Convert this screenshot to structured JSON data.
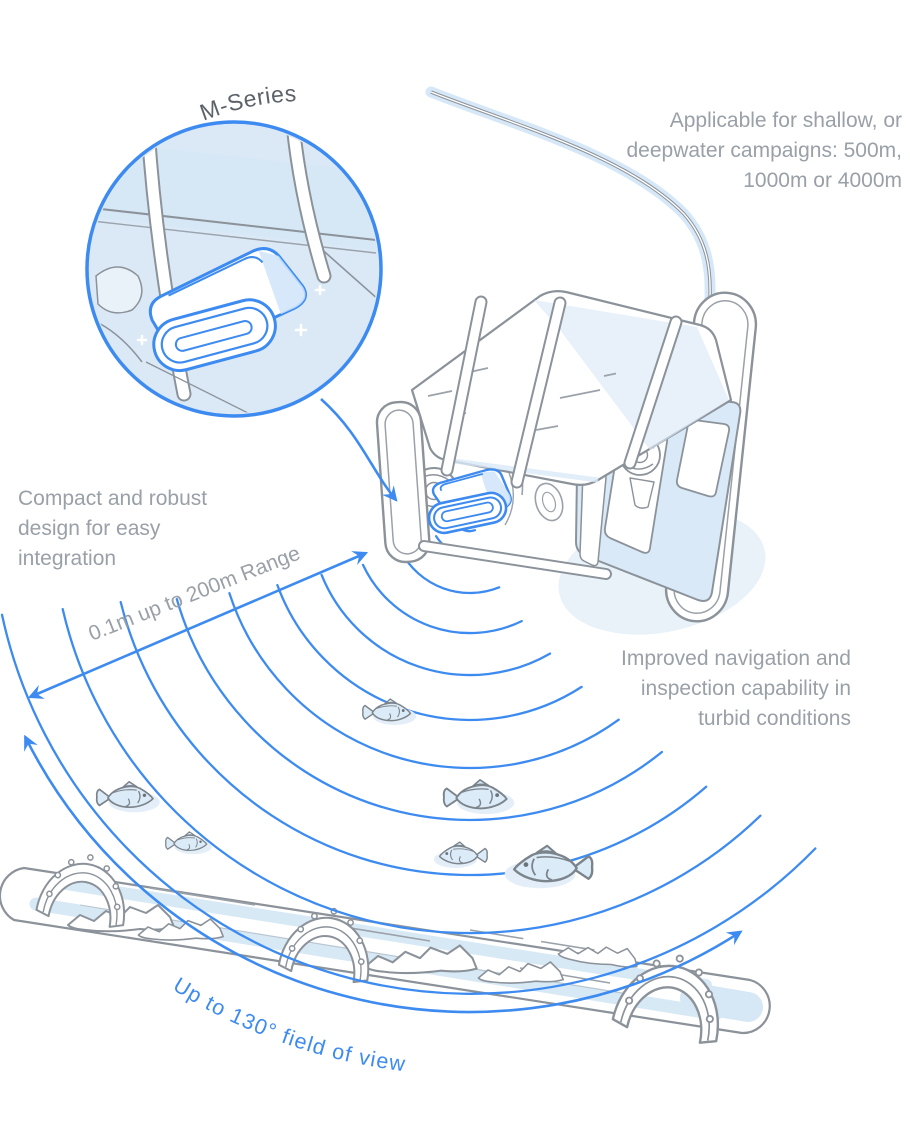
{
  "title": "M-Series multibeam sonar on ROV — feature diagram",
  "labels": {
    "series": "M-Series",
    "applicable": "Applicable for shallow, or\ndeepwater campaigns: 500m,\n1000m or 4000m",
    "compact": "Compact and robust\ndesign for easy\nintegration",
    "range": "0.1m up to 200m Range",
    "navigation": "Improved navigation and\ninspection capability in\nturbid conditions",
    "fov": "Up to 130° field of view"
  },
  "colors": {
    "accent_blue": "#3d8bf0",
    "light_blue_fill": "#dbe9f7",
    "line_gray": "#8b929a",
    "annotation_text": "#99a0a7",
    "title_text": "#5b6269",
    "background": "#ffffff"
  },
  "icons": {
    "fish": "fish-icon",
    "sonar_waves": "sonar-wave-arcs",
    "magnifier": "detail-magnifier-circle",
    "range_arrow": "double-headed-arrow-icon",
    "fov_arrow": "curved-double-arrow-icon",
    "pointer_arrow": "curved-pointer-arrow-icon"
  },
  "illustration": {
    "elements": [
      "detail-magnifier-circle",
      "m-series-sonar-closeup",
      "rov",
      "rov-sonar",
      "tether-cable",
      "sonar-wave-arcs",
      "fish-school",
      "subsea-pipeline",
      "pipeline-flanges",
      "seabed-sediment",
      "range-arrow",
      "field-of-view-arc"
    ]
  }
}
